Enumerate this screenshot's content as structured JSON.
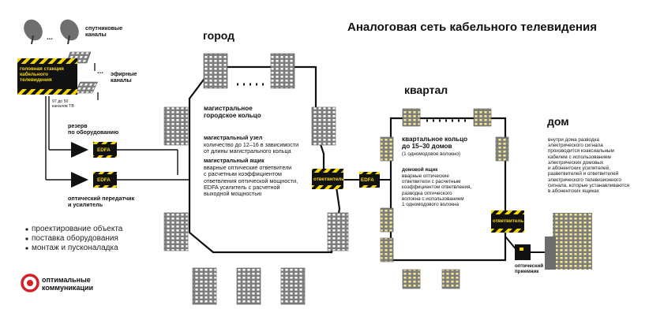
{
  "title": "Аналоговая сеть кабельного телевидения",
  "sections": {
    "city": "город",
    "block": "квартал",
    "house": "дом"
  },
  "head_end": {
    "label": "головная станция\nкабельного\nтелевидения",
    "satellite_channels": "спутниковые\nканалы",
    "air_channels": "эфирные\nканалы",
    "channel_count": "97 до 50\nканалов ТВ",
    "ellipsis": "..."
  },
  "equipment": {
    "edfa": "EDFA",
    "splitter": "ответвитель",
    "reserve": "резерв\nпо оборудованию",
    "optical_tx": "оптический передатчик\nи усилитель",
    "optical_rx": "оптический\nприемник"
  },
  "city_ring": {
    "title": "магистральное\nгородское кольцо",
    "node_title": "магистральный узел",
    "node_text": "количество до 12–16 в зависимости\nот длины магистрального кольца",
    "box_title": "магистральный ящик",
    "box_text": "вварные оптические ответвители\nс расчетным коэффициентом\nответвления оптической мощности,\nEDFA усилитель с расчетной\nвыходной мощностью"
  },
  "block_ring": {
    "title": "квартальное кольцо\nдо 15–30 домов",
    "subtitle": "(1 одномодовое волокно)",
    "box_title": "домовой ящик",
    "box_text": "вварные оптические\nответвители с расчетным\nкоэффициентом ответвления,\nразводка оптического\nволокна с использованием\n1 одномодового волокна"
  },
  "house_text": "внутри дома разводка\nэлектрического сигнала\nпроизводится коаксиальным\nкабелем с использованием\nэлектрических домовых\nи абонентских усилителей,\nразветвителей и ответвителей\nэлектрического телевизионного\nсигнала, которые устанавливаются\nв абонентских ящиках",
  "services": [
    "проектирование объекта",
    "поставка оборудования",
    "монтаж и пусконаладка"
  ],
  "logo": "оптимальные\nкоммуникации",
  "colors": {
    "yellow": "#f5d60a",
    "black": "#111111",
    "gray": "#8a8a8a",
    "building": "#7d7d7d",
    "accent": "#d42027"
  }
}
